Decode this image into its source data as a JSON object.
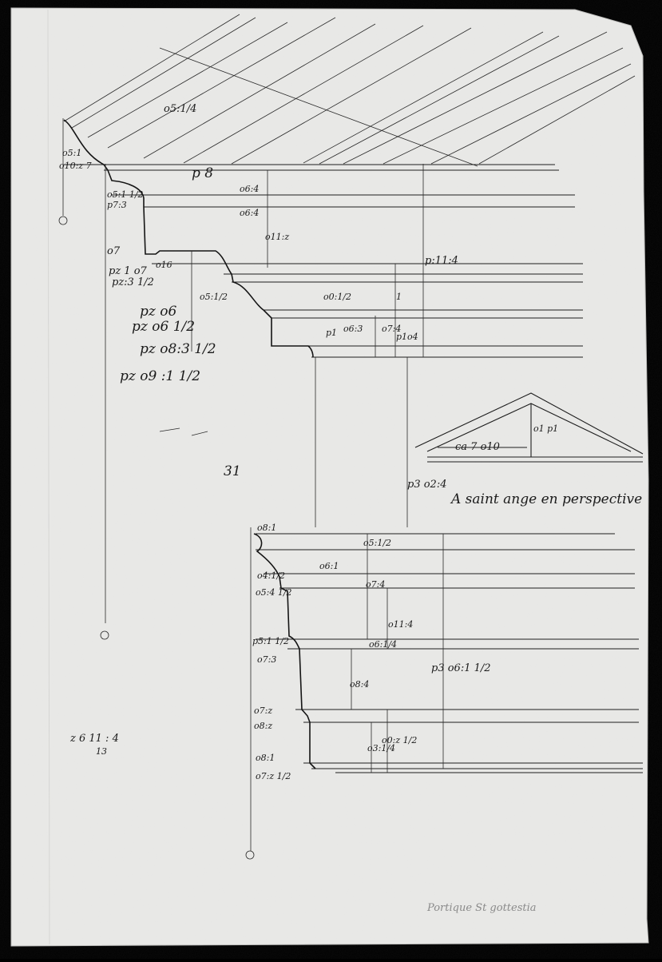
{
  "drawing": {
    "caption": "A saint ange en perspective",
    "folio_number": "31",
    "lower_note_line1": "z 6 11 : 4",
    "lower_note_line2": "13",
    "archive_note": "Portique St gottestia",
    "upper_labels": [
      "o5:1",
      "o10:z 7",
      "p 8",
      "o5:1 1/2",
      "o6:4",
      "p7:3",
      "o7",
      "pz 1 o7",
      "pz:3 1/2",
      "pz o6",
      "pz o6 1/2",
      "pz o8:3 1/2",
      "pz o9 :1 1/2",
      "o5:1/2",
      "o11:z",
      "p:11:4",
      "o0:1/2",
      "o6:3",
      "o7:4",
      "p1",
      "p1o4",
      "1",
      "o5:1/4",
      "o6:4",
      "o16"
    ],
    "lower_labels": [
      "o8:1",
      "o5:1/2",
      "o4:1/2",
      "o6:1",
      "o5:4 1/2",
      "o7:4",
      "p5:1 1/2",
      "o7:3",
      "o11:4",
      "o6:1/4",
      "o8:4",
      "o7:z",
      "o8:z",
      "o8:1",
      "o7:z 1/2",
      "o3:1/4",
      "o0:z 1/2",
      "p3 o6:1 1/2"
    ],
    "pediment_labels": [
      "ca 7 o10",
      "p3 o2:4",
      "o1 p1"
    ]
  }
}
